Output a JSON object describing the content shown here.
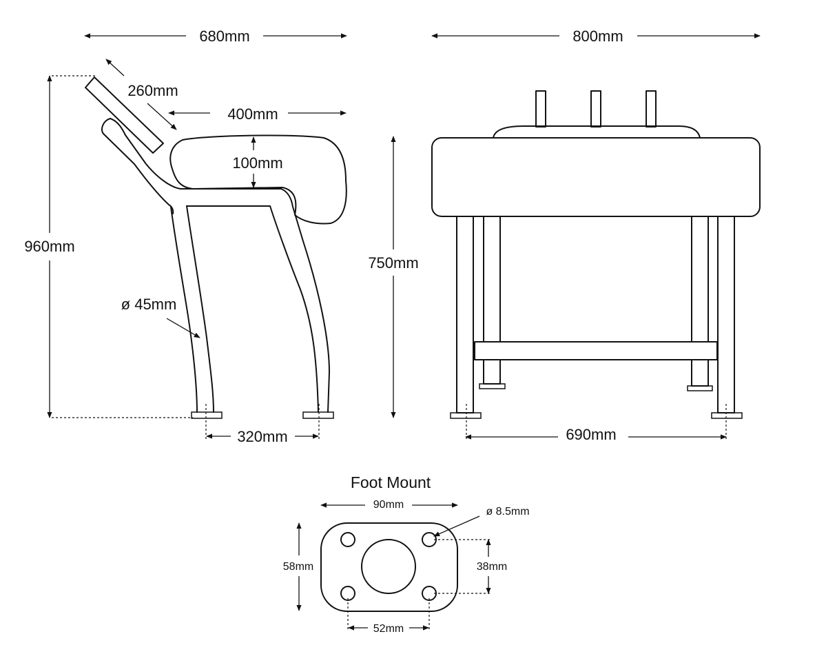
{
  "side_view": {
    "width_label": "680mm",
    "backrest_label": "260mm",
    "seat_depth_label": "400mm",
    "cushion_label": "100mm",
    "height_label": "960mm",
    "tube_label": "ø 45mm",
    "foot_spacing_label": "320mm"
  },
  "front_view": {
    "width_label": "800mm",
    "height_label": "750mm",
    "foot_spacing_label": "690mm"
  },
  "foot_mount": {
    "title": "Foot Mount",
    "width_label": "90mm",
    "hole_label": "ø 8.5mm",
    "height_label": "58mm",
    "hole_vertical_label": "38mm",
    "hole_horizontal_label": "52mm"
  },
  "colors": {
    "line": "#111111",
    "background": "#ffffff"
  }
}
